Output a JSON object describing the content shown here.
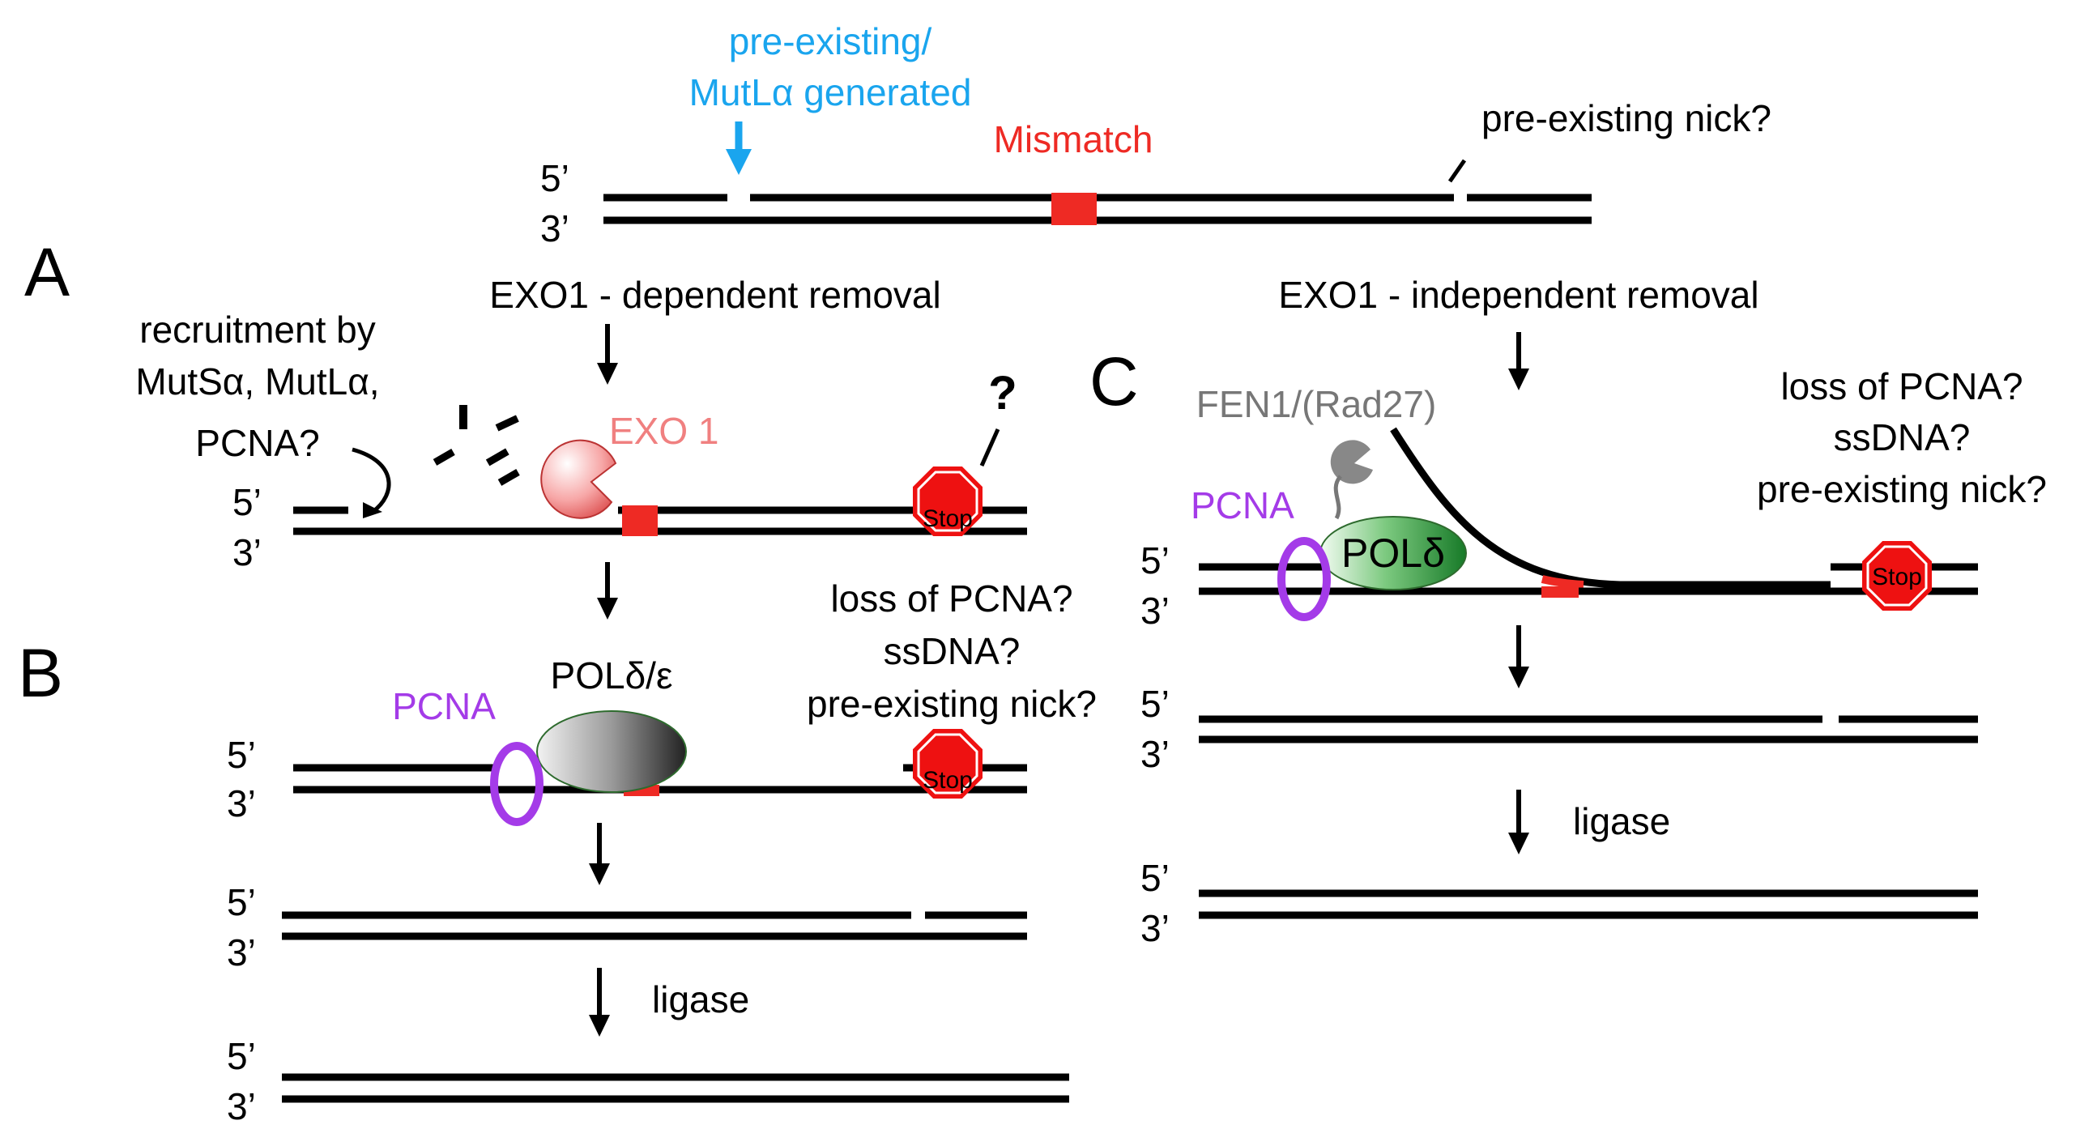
{
  "colors": {
    "strand": "#000000",
    "mismatch": "#ee2a24",
    "blue": "#1aa5ee",
    "exo": "#f08080",
    "pcna": "#a43be8",
    "fen": "#777777",
    "pol_green": "#2e9a3e",
    "stop_red": "#ee1111"
  },
  "top": {
    "nick_label_line1": "pre-existing/",
    "nick_label_line2": "MutLα generated",
    "mismatch_label": "Mismatch",
    "nick_right_label": "pre-existing nick?",
    "five": "5’",
    "three": "3’"
  },
  "panelA": {
    "letter": "A",
    "heading": "EXO1 - dependent removal",
    "recruit_line1": "recruitment by",
    "recruit_line2": "MutSα, MutLα,",
    "recruit_line3": "PCNA?",
    "exo_label": "EXO 1",
    "question": "?",
    "stop": "Stop",
    "five": "5’",
    "three": "3’"
  },
  "panelB": {
    "letter": "B",
    "pcna": "PCNA",
    "pol": "POLδ/ε",
    "q1": "loss of PCNA?",
    "q2": "ssDNA?",
    "q3": "pre-existing nick?",
    "stop": "Stop",
    "ligase": "ligase",
    "five": "5’",
    "three": "3’"
  },
  "panelC": {
    "letter": "C",
    "heading": "EXO1 - independent removal",
    "fen": "FEN1/(Rad27)",
    "pcna": "PCNA",
    "pol": "POLδ",
    "q1": "loss of PCNA?",
    "q2": "ssDNA?",
    "q3": "pre-existing nick?",
    "stop": "Stop",
    "ligase": "ligase",
    "five": "5’",
    "three": "3’"
  }
}
